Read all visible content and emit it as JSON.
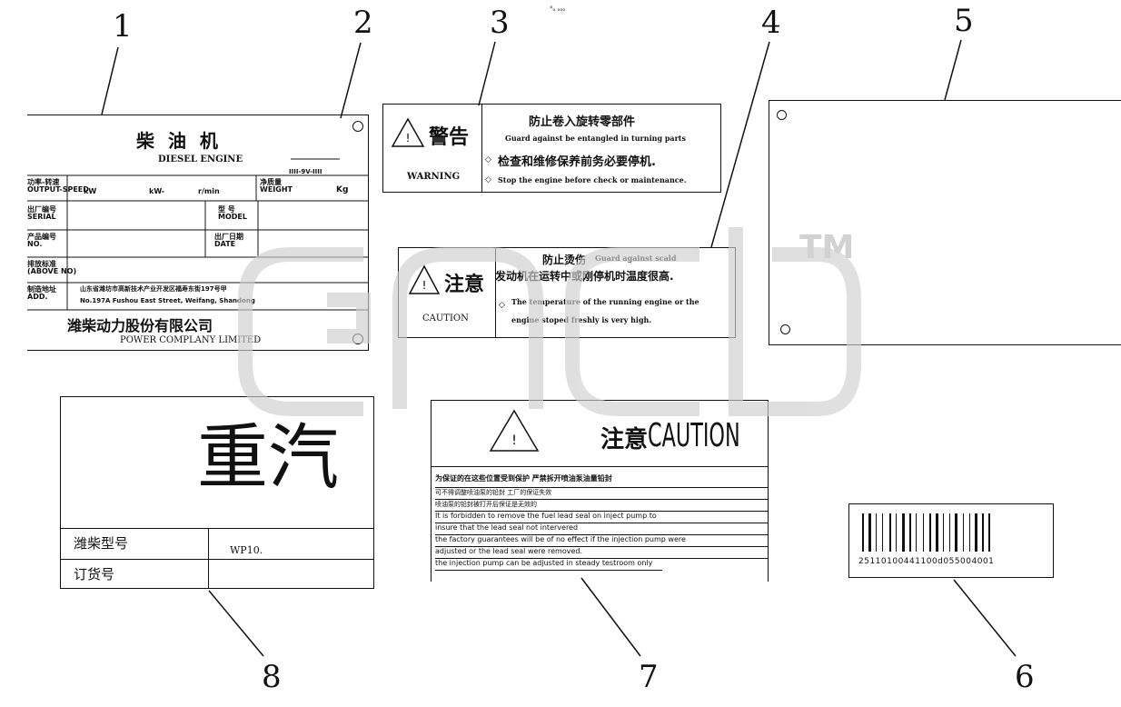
{
  "callouts": [
    "1",
    "2",
    "3",
    "4",
    "5",
    "6",
    "7",
    "8"
  ],
  "top_mark": "°ₒ ₒₒₒ",
  "plate1": {
    "title_cn": "柴 油 机",
    "title_en": "DIESEL ENGINE",
    "row_speed_label": "功率-转速\nOUTPUT-SPEED",
    "row_speed_unit1": "kW",
    "row_speed_unit2": "kW-",
    "row_speed_unit3": "r/min",
    "weight_label": "净质量\nWEIGHT",
    "weight_unit": "Kg",
    "row2_label": "出厂编号\nSERIAL",
    "model_label": "型 号\nMODEL",
    "row3_label": "产品编号\nNO.",
    "date_label": "出厂日期\nDATE",
    "row4_label": "排放标准\n(ABOVE NO)",
    "addr_label": "制造地址\nADD.",
    "addr_cn": "山东省潍坊市高新技术产业开发区福寿东街197号甲",
    "addr_en": "No.197A Fushou East Street, Weifang, Shandong",
    "company_cn": "潍柴动力股份有限公司",
    "company_en": "POWER COMPLANY LIMITED",
    "small_tag": "IIII-9V-IIII"
  },
  "warning": {
    "word_cn": "警告",
    "word_en": "WARNING",
    "head_cn": "防止卷入旋转零部件",
    "head_en": "Guard against be entangled in turning parts",
    "line1_cn": "检查和维修保养前务必要停机.",
    "line2_en": "Stop the engine before check or maintenance."
  },
  "caution_small": {
    "word_cn": "注意",
    "word_en": "CAUTION",
    "head_cn": "防止烫伤",
    "head_en": "Guard against scald",
    "line1_cn": "发动机在运转中或刚停机时温度很高.",
    "line2_en": "The temperature of the running engine or the",
    "line3_en": "engine stoped freshly is very high."
  },
  "caution_big": {
    "word_cn": "注意",
    "word_en": "CAUTION",
    "lines": [
      "为保证的在这些位置受到保护 严禁拆开喷油泵油量铅封",
      "可不得调整喷油泵的铅封 工厂的保证失效",
      "喷油泵的铅封被打开后保证是无效的",
      "It is forbidden to remove the fuel lead seal on inject pump to",
      "insure that the lead seal not intervered",
      "the factory guarantees will be of no effect if the injection pump were",
      "adjusted or the lead seal were removed.",
      "the injection pump can be adjusted in steady testroom only"
    ]
  },
  "barcode": {
    "number": "25110100441100d055004001"
  },
  "plate8": {
    "brand_cn": "重汽",
    "model_label": "潍柴型号",
    "model_value": "WP10.",
    "order_label": "订货号"
  },
  "watermark_text": "TM"
}
